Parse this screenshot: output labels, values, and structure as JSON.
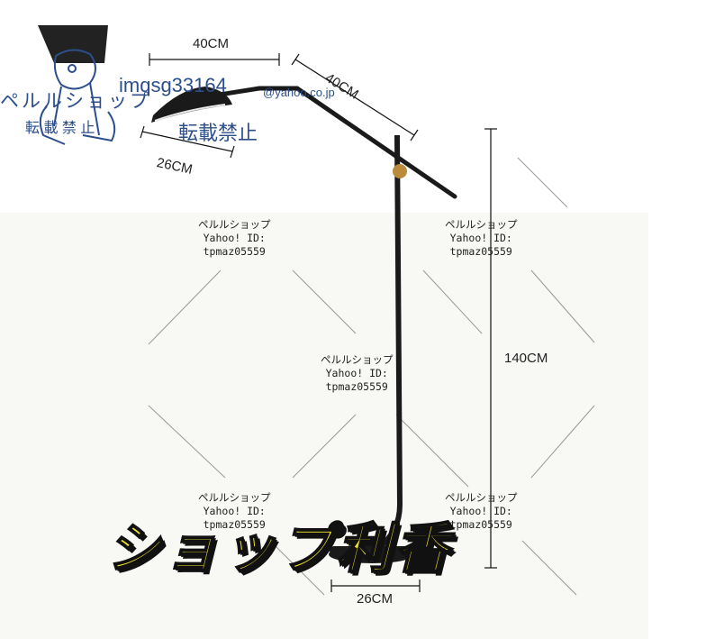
{
  "dimensions": {
    "arm_front": "40CM",
    "arm_rear": "40CM",
    "shade": "26CM",
    "height": "140CM",
    "base": "26CM"
  },
  "watermark_top": {
    "shop_name": "ペルルショップ",
    "user_id": "imqsg33164",
    "email_domain": "@yahoo.co.jp",
    "no_repost_big": "転載禁止",
    "no_repost_small": "転 載 禁 止"
  },
  "tile_watermark": {
    "shop_name": "ペルルショップ",
    "id_label": "Yahoo! ID:",
    "id_value": "tpmaz05559"
  },
  "banner": "ショップ利香",
  "colors": {
    "lamp_black": "#1a1a1a",
    "brass": "#b98b3a",
    "banner_fill": "#f3e62a",
    "watermark_blue": "#2c4f8c"
  }
}
